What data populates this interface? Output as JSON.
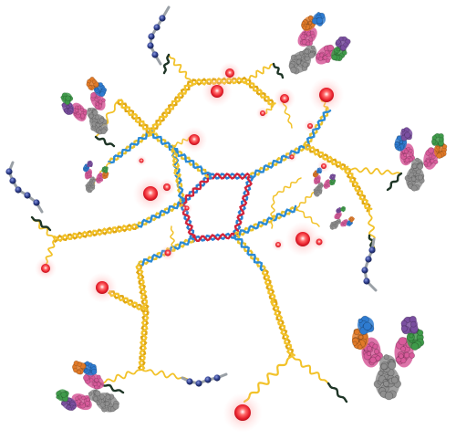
{
  "colors": {
    "background": "#ffffff",
    "core_strand": "#d1243a",
    "core_strand_pair": "#2a7fd0",
    "inner_strand": "#2a8ad6",
    "inner_strand_pair": "#e9c22d",
    "outer_strand": "#f2c22a",
    "outer_strand_pair": "#e0a713",
    "linker": "#1e3526",
    "peptide_bead": "#2f3f8e",
    "peptide_tail": "#9aa0a6",
    "nanoparticle": "#e8202c",
    "nanoparticle_glow": "#ff8a8a",
    "antibody_heavy_fc": "#8f8f8f",
    "antibody_heavy_fab": "#d75a9a",
    "antibody_light_a": "#2e7bd0",
    "antibody_light_b": "#e07a28",
    "antibody_light_c": "#7a4fa0",
    "antibody_light_d": "#3f9a4a"
  },
  "icons": {
    "dna_core": "dna-double-helix-icon",
    "antibody": "antibody-icon",
    "peptide": "peptide-chain-icon",
    "nanoparticle": "glowing-nanoparticle-icon"
  },
  "diagram": {
    "nanoparticle_count": 20,
    "antibody_count": 8,
    "peptide_chain_count": 4
  }
}
